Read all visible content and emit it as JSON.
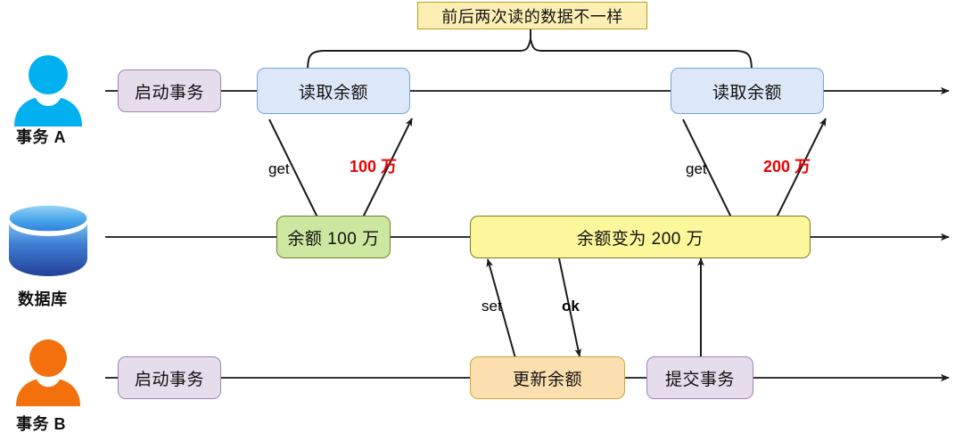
{
  "diagram": {
    "title_callout": "前后两次读的数据不一样",
    "lanes": [
      {
        "id": "transaction-a",
        "label": "事务 A",
        "icon": "user-icon",
        "icon_color": "#00b0ef"
      },
      {
        "id": "database",
        "label": "数据库",
        "icon": "database-cylinder-icon",
        "icon_color": "#2d6fd0"
      },
      {
        "id": "transaction-b",
        "label": "事务 B",
        "icon": "user-icon",
        "icon_color": "#f4700c"
      }
    ],
    "nodes": {
      "a_start": "启动事务",
      "a_read1": "读取余额",
      "a_read2": "读取余额",
      "db_bal100": "余额 100 万",
      "db_bal200": "余额变为 200 万",
      "b_start": "启动事务",
      "b_update": "更新余额",
      "b_commit": "提交事务"
    },
    "edge_labels": {
      "get1": "get",
      "ret1": "100 万",
      "get2": "get",
      "ret2": "200 万",
      "set": "set",
      "ok": "ok"
    },
    "colors": {
      "lavender_fill": "#e5dcec",
      "lavender_border": "#9f86b5",
      "blue_fill": "#dce7f8",
      "blue_border": "#7ba2d6",
      "green_fill": "#cce7a0",
      "green_border": "#6f7f2f",
      "yellow_fill": "#fbf79a",
      "yellow_border": "#7c7a22",
      "orange_fill": "#fbdfae",
      "orange_border": "#d3a53c",
      "callout_fill": "#fdeeb4",
      "callout_border": "#c49a21",
      "red_text": "#ee0000",
      "line": "#333333"
    }
  }
}
